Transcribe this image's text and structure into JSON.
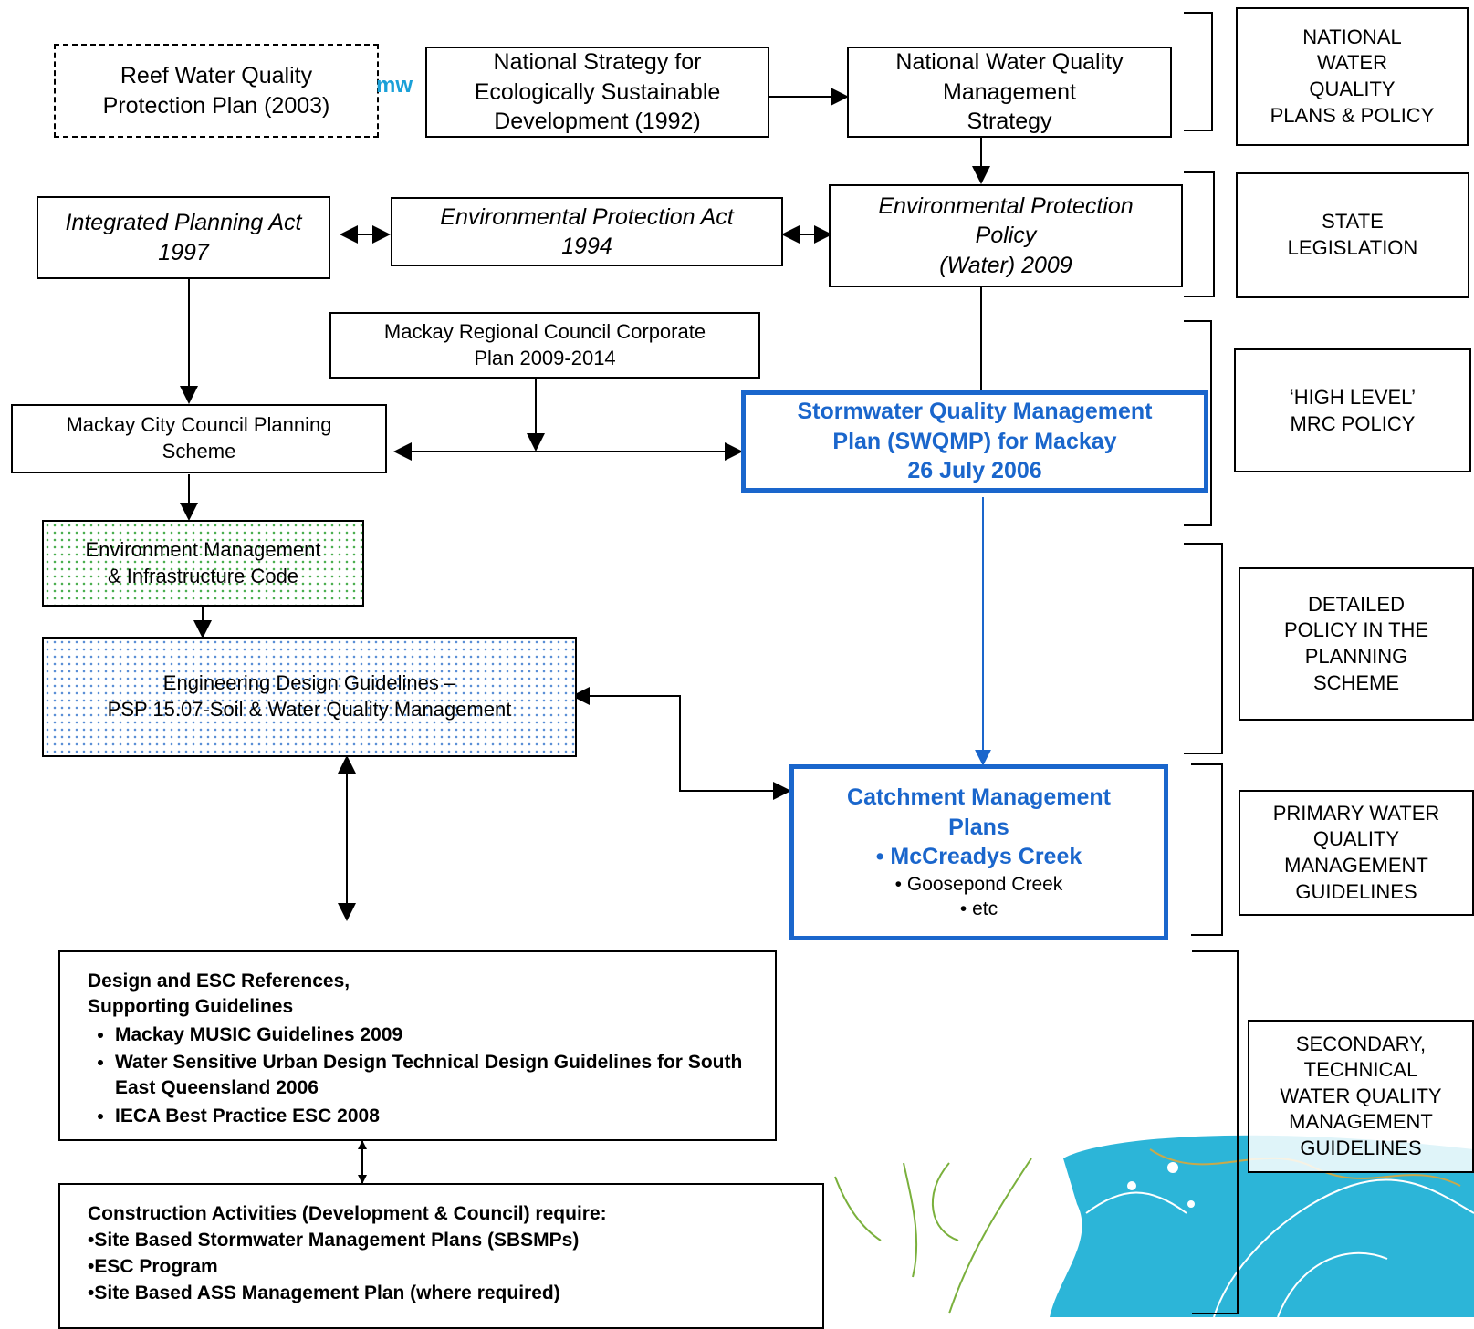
{
  "national": {
    "reef": [
      "Reef Water Quality",
      "Protection Plan (2003)"
    ],
    "strategy_esd": [
      "National Strategy for",
      "Ecologically Sustainable",
      "Development (1992)"
    ],
    "nwqms": [
      "National Water Quality",
      "Management",
      "Strategy"
    ]
  },
  "state": {
    "ipa": [
      "Integrated Planning Act",
      "1997"
    ],
    "epa": [
      "Environmental Protection Act",
      "1994"
    ],
    "epp": [
      "Environmental Protection",
      "Policy",
      "(Water) 2009"
    ]
  },
  "council": {
    "corporate_plan": [
      "Mackay Regional Council Corporate",
      "Plan 2009-2014"
    ],
    "planning_scheme": [
      "Mackay City Council Planning",
      "Scheme"
    ],
    "swqmp": [
      "Stormwater Quality Management",
      "Plan (SWQMP) for Mackay",
      "26 July 2006"
    ],
    "emic": [
      "Environment Management",
      "& Infrastructure Code"
    ],
    "edg": [
      "Engineering Design Guidelines –",
      "PSP 15.07-Soil & Water Quality Management"
    ],
    "cmp": {
      "title": [
        "Catchment Management",
        "Plans"
      ],
      "item1": "• McCreadys Creek",
      "item2": "• Goosepond Creek",
      "item3": "• etc"
    }
  },
  "references": {
    "heading": [
      "Design and ESC References,",
      "Supporting Guidelines"
    ],
    "items": [
      "Mackay MUSIC Guidelines 2009",
      "Water Sensitive Urban Design Technical Design Guidelines for South East Queensland 2006",
      "IECA Best Practice ESC 2008"
    ]
  },
  "construction": {
    "heading": "Construction Activities (Development & Council) require:",
    "items": [
      "•Site Based Stormwater Management Plans (SBSMPs)",
      "•ESC Program",
      "•Site Based ASS Management Plan (where required)"
    ]
  },
  "levels": {
    "national": [
      "NATIONAL",
      "WATER",
      "QUALITY",
      "PLANS & POLICY"
    ],
    "state": [
      "STATE",
      "LEGISLATION"
    ],
    "high": [
      "‘HIGH LEVEL’",
      "MRC POLICY"
    ],
    "detailed": [
      "DETAILED",
      "POLICY IN THE",
      "PLANNING",
      "SCHEME"
    ],
    "primary": [
      "PRIMARY WATER",
      "QUALITY",
      "MANAGEMENT",
      "GUIDELINES"
    ],
    "secondary": [
      "SECONDARY,",
      "TECHNICAL",
      "WATER QUALITY",
      "MANAGEMENT",
      "GUIDELINES"
    ]
  },
  "fragment_text": "mw",
  "colors": {
    "accent_blue": "#1a66cc",
    "cyan": "#1aa0d8",
    "green_dots": "#4caf50",
    "blue_dots": "#5b8fd6"
  }
}
